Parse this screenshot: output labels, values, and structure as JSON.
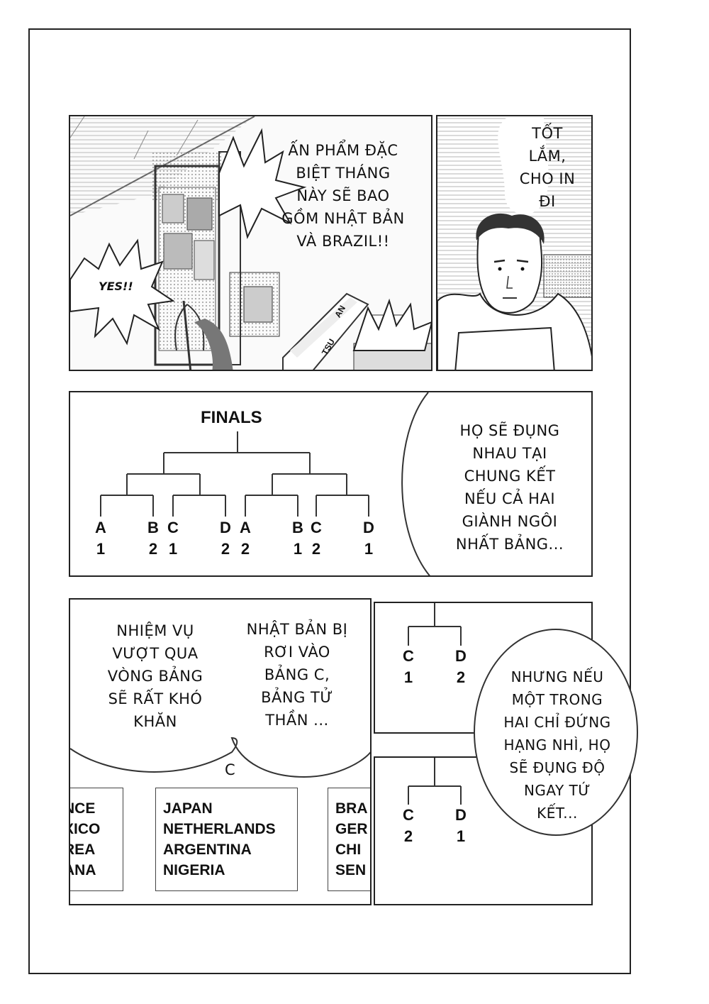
{
  "panel1": {
    "bubble_text": "ẤN PHẨM ĐẶC\nBIỆT THÁNG\nNÀY SẼ BAO\nGỒM NHẬT BẢN\nVÀ BRAZIL!!",
    "shout_text": "YES!!",
    "sign_text_1": "AN",
    "sign_text_2": "TSU"
  },
  "panel2": {
    "bubble_text": "TỐT\nLẮM,\nCHO IN\nĐI"
  },
  "panel3": {
    "title": "FINALS",
    "slots": [
      {
        "group": "A",
        "rank": "1"
      },
      {
        "group": "B",
        "rank": "2"
      },
      {
        "group": "C",
        "rank": "1"
      },
      {
        "group": "D",
        "rank": "2"
      },
      {
        "group": "A",
        "rank": "2"
      },
      {
        "group": "B",
        "rank": "1"
      },
      {
        "group": "C",
        "rank": "2"
      },
      {
        "group": "D",
        "rank": "1"
      }
    ],
    "bubble_text": "HỌ SẼ ĐỤNG\nNHAU TẠI\nCHUNG KẾT\nNẾU CẢ HAI\nGIÀNH NGÔI\nNHẤT BẢNG..."
  },
  "panel4": {
    "bubble_left": "NHIỆM VỤ\nVƯỢT QUA\nVÒNG BẢNG\nSẼ RẤT KHÓ\nKHĂN",
    "bubble_right": "NHẬT BẢN BỊ\nRƠI VÀO\nBẢNG C,\nBẢNG TỬ\nTHẦN ...",
    "group_label": "C",
    "left_box": "NCE\nXICO\nREA\nANA",
    "center_box": "JAPAN\nNETHERLANDS\nARGENTINA\nNIGERIA",
    "right_box": "BRA\nGER\nCHI\nSEN"
  },
  "panel5": {
    "top_slots": [
      {
        "group": "C",
        "rank": "1"
      },
      {
        "group": "D",
        "rank": "2"
      }
    ],
    "bottom_slots": [
      {
        "group": "C",
        "rank": "2"
      },
      {
        "group": "D",
        "rank": "1"
      }
    ],
    "bubble_text": "NHƯNG NẾU\nMỘT TRONG\nHAI CHỈ ĐỨNG\nHẠNG NHÌ, HỌ\nSẼ ĐỤNG ĐỘ\nNGAY TỨ\nKẾT..."
  }
}
